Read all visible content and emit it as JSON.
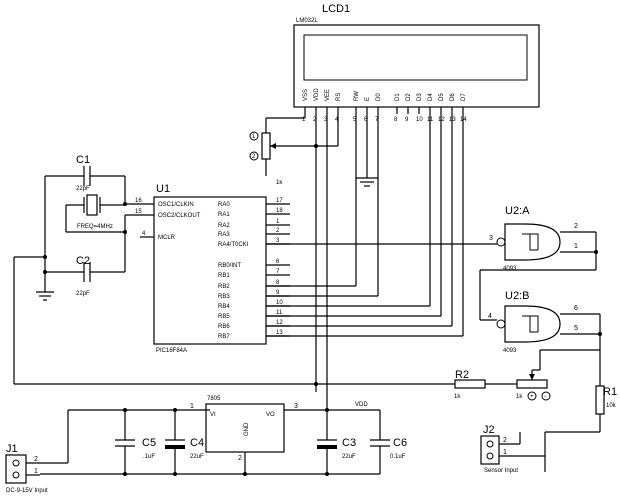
{
  "lcd": {
    "ref": "LCD1",
    "part": "LM032L",
    "pins": [
      {
        "name": "VSS",
        "num": "1"
      },
      {
        "name": "VDD",
        "num": "2"
      },
      {
        "name": "VEE",
        "num": "3"
      },
      {
        "name": "RS",
        "num": "4"
      },
      {
        "name": "RW",
        "num": "5"
      },
      {
        "name": "E",
        "num": "6"
      },
      {
        "name": "D0",
        "num": "7"
      },
      {
        "name": "D1",
        "num": "8"
      },
      {
        "name": "D2",
        "num": "9"
      },
      {
        "name": "D3",
        "num": "10"
      },
      {
        "name": "D4",
        "num": "11"
      },
      {
        "name": "D5",
        "num": "12"
      },
      {
        "name": "D6",
        "num": "13"
      },
      {
        "name": "D7",
        "num": "14"
      }
    ]
  },
  "pot1": {
    "value": "1k",
    "pin_top": "1",
    "pin_bottom": "2"
  },
  "u1": {
    "ref": "U1",
    "part": "PIC16F84A",
    "left_pins": [
      {
        "name": "OSC1/CLKIN",
        "num": "16"
      },
      {
        "name": "OSC2/CLKOUT",
        "num": "15"
      },
      {
        "name": "MCLR",
        "num": "4"
      }
    ],
    "right_pins": [
      {
        "name": "RA0",
        "num": "17"
      },
      {
        "name": "RA1",
        "num": "18"
      },
      {
        "name": "RA2",
        "num": "1"
      },
      {
        "name": "RA3",
        "num": "2"
      },
      {
        "name": "RA4/T0CKI",
        "num": "3"
      },
      {
        "name": "RB0/INT",
        "num": "6"
      },
      {
        "name": "RB1",
        "num": "7"
      },
      {
        "name": "RB2",
        "num": "8"
      },
      {
        "name": "RB3",
        "num": "9"
      },
      {
        "name": "RB4",
        "num": "10"
      },
      {
        "name": "RB5",
        "num": "11"
      },
      {
        "name": "RB6",
        "num": "12"
      },
      {
        "name": "RB7",
        "num": "13"
      }
    ]
  },
  "crystal": {
    "label": "FREQ=4MHz"
  },
  "c1": {
    "ref": "C1",
    "value": "22pF"
  },
  "c2": {
    "ref": "C2",
    "value": "22pF"
  },
  "u2a": {
    "ref": "U2:A",
    "part": "4093",
    "in1": "2",
    "in2": "1",
    "out": "3"
  },
  "u2b": {
    "ref": "U2:B",
    "part": "4093",
    "in1": "6",
    "in2": "5",
    "out": "4"
  },
  "r2": {
    "ref": "R2",
    "value": "1k"
  },
  "pot2": {
    "value": "1k"
  },
  "r1": {
    "ref": "R1",
    "value": "10k"
  },
  "reg": {
    "ref": "7805",
    "vi": "VI",
    "vo": "VO",
    "gnd": "GND",
    "pin_vi": "1",
    "pin_gnd": "2",
    "pin_vo": "3"
  },
  "vdd_label": "VDD",
  "c5": {
    "ref": "C5",
    "value": ".1uF"
  },
  "c4": {
    "ref": "C4",
    "value": "22uF"
  },
  "c3": {
    "ref": "C3",
    "value": "22uF"
  },
  "c6": {
    "ref": "C6",
    "value": "0.1uF"
  },
  "j1": {
    "ref": "J1",
    "label": "DC-9-15V Input",
    "pin2": "2",
    "pin1": "1"
  },
  "j2": {
    "ref": "J2",
    "label": "Sensor Input",
    "pin2": "2",
    "pin1": "1"
  }
}
